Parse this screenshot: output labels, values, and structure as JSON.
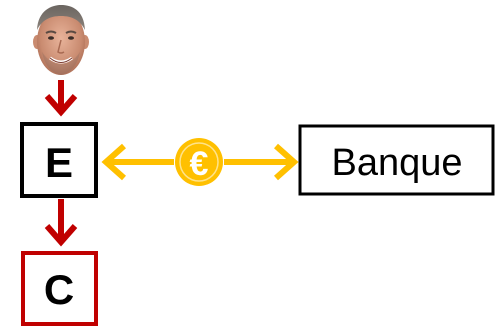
{
  "nodes": {
    "entreprise": {
      "label": "E"
    },
    "client": {
      "label": "C"
    },
    "banque": {
      "label": "Banque"
    }
  },
  "icons": {
    "person": "person-avatar-icon",
    "currency": "euro-coin-icon",
    "currency_symbol": "€"
  },
  "colors": {
    "flow_arrow": "#c00000",
    "money_arrow": "#ffc000",
    "box_border_entreprise": "#000000",
    "box_border_client": "#c00000",
    "box_border_banque": "#000000",
    "coin": "#ffc000",
    "coin_symbol": "#ffffff"
  }
}
